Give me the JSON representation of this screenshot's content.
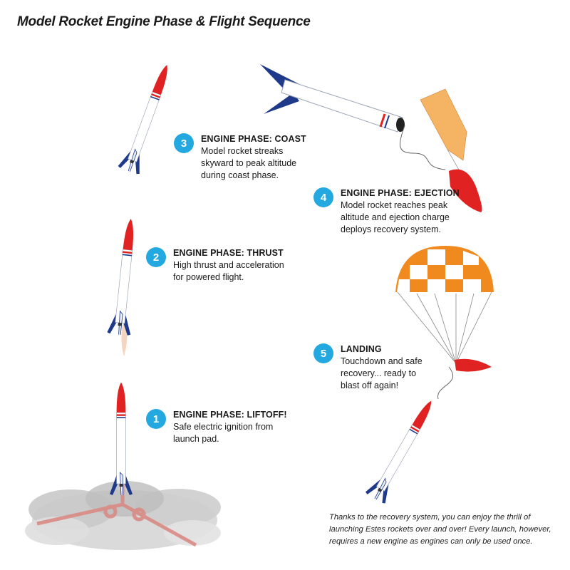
{
  "title": "Model Rocket Engine Phase & Flight Sequence",
  "colors": {
    "badge": "#23a8e0",
    "rocket_nose": "#e02222",
    "rocket_body": "#ffffff",
    "fin_blue": "#1f3a8a",
    "parachute_orange": "#f08a1e",
    "launch_pad": "#d98a84",
    "smoke": "#cfcfcf"
  },
  "steps": [
    {
      "number": "1",
      "phase": "ENGINE PHASE: LIFTOFF!",
      "description_lines": [
        "Safe electric ignition from",
        "launch pad."
      ]
    },
    {
      "number": "2",
      "phase": "ENGINE PHASE: THRUST",
      "description_lines": [
        "High thrust and acceleration",
        "for powered flight."
      ]
    },
    {
      "number": "3",
      "phase": "ENGINE PHASE: COAST",
      "description_lines": [
        "Model rocket streaks",
        "skyward to peak altitude",
        "during coast phase."
      ]
    },
    {
      "number": "4",
      "phase": "ENGINE PHASE: EJECTION",
      "description_lines": [
        "Model rocket reaches peak",
        "altitude and ejection charge",
        "deploys recovery system."
      ]
    },
    {
      "number": "5",
      "phase": "LANDING",
      "description_lines": [
        "Touchdown and safe",
        "recovery... ready to",
        "blast off again!"
      ]
    }
  ],
  "footnote_lines": [
    "Thanks to the recovery system, you can enjoy the thrill of",
    "launching Estes rockets over and over! Every launch, however,",
    "requires a new engine as engines can only be used once."
  ],
  "icons": [
    "rocket-liftoff",
    "rocket-thrust",
    "rocket-coast",
    "rocket-ejection",
    "parachute",
    "rocket-landing",
    "launch-pad",
    "smoke-cloud"
  ]
}
